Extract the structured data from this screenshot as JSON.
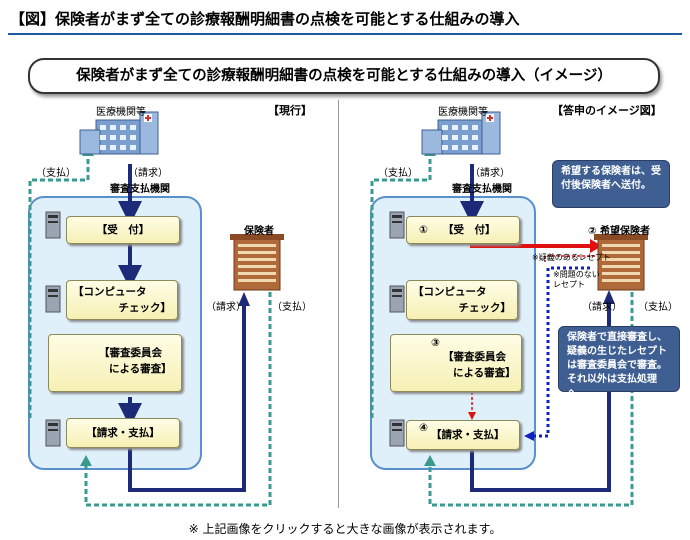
{
  "heading": "【図】保険者がまず全ての診療報酬明細書の点検を可能とする仕組みの導入",
  "banner": "保険者がまず全ての診療報酬明細書の点検を可能とする仕組みの導入（イメージ）",
  "left": {
    "tag": "【現行】",
    "hospital": "医療機関等",
    "pay": "（支払）",
    "claim": "（請求）",
    "org": "審査支払機関",
    "step_receive": "【受　付】",
    "step_check_1": "【コンピュータ",
    "step_check_2": "チェック】",
    "step_review_1": "【審査委員会",
    "step_review_2": "による審査】",
    "step_claimpay": "【請求・支払】",
    "insurer": "保険者",
    "ins_claim": "（請求）",
    "ins_pay": "（支払）"
  },
  "right": {
    "tag": "【答申のイメージ図】",
    "hospital": "医療機関等",
    "pay": "（支払）",
    "claim": "（請求）",
    "org": "審査支払機関",
    "num1": "①",
    "step_receive": "【受　付】",
    "step_check_1": "【コンピュータ",
    "step_check_2": "チェック】",
    "num3": "③",
    "step_review_1": "【審査委員会",
    "step_review_2": "による審査】",
    "num4": "④",
    "step_claimpay": "【請求・支払】",
    "note_top": "希望する保険者は、受付後保険者へ送付。",
    "num2": "②",
    "insurer": "希望保険者",
    "doubt_receipt": "※疑義のあるレセプト",
    "no_issue_receipt_1": "※問題のない",
    "no_issue_receipt_2": "レセプト",
    "ins_claim": "（請求）",
    "ins_pay": "（支払）",
    "note_bottom": "保険者で直接審査し、疑義の生じたレセプトは審査委員会で審査。それ以外は支払処理へ。"
  },
  "footer": "※ 上記画像をクリックすると大きな画像が表示されます。",
  "colors": {
    "navy_arrow": "#1c2a78",
    "teal_dashed": "#3a9a8e",
    "red_arrow": "#e01010",
    "blue_dotted": "#1020c0",
    "panel_fill": "#dff0fb",
    "panel_border": "#5a8fcc",
    "note_fill": "#3f5f93"
  }
}
